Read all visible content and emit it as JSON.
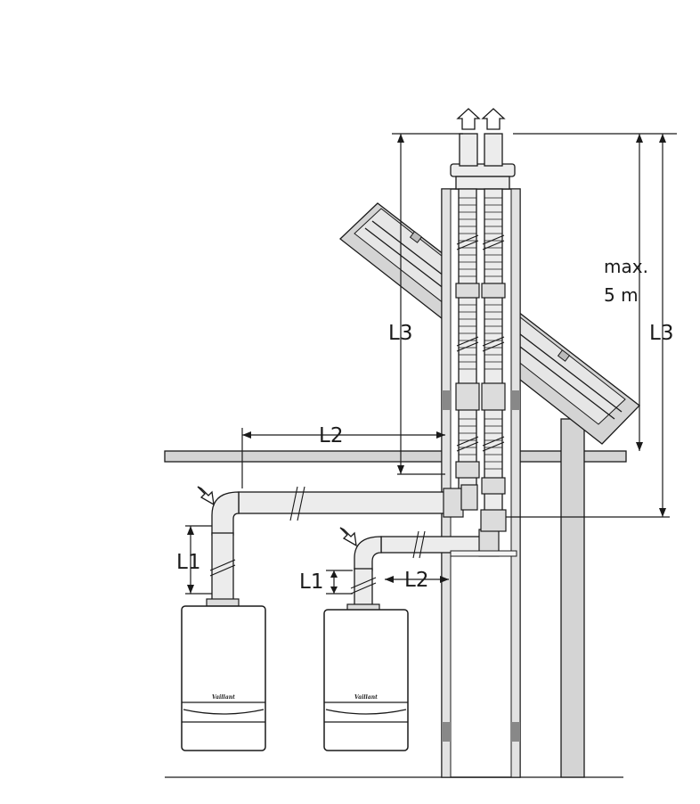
{
  "labels": {
    "l3_left": "L3",
    "l3_right": "L3",
    "max": "max.",
    "max_value": "5 m",
    "l2_upper": "L2",
    "l2_lower": "L2",
    "l1_left": "L1",
    "l1_right": "L1",
    "brand_left": "Vaillant",
    "brand_right": "Vaillant"
  },
  "colors": {
    "line": "#1a1a1a",
    "pipe_fill": "#ececec",
    "wall_fill": "#d4d4d4",
    "background": "#ffffff"
  },
  "icons": {
    "exhaust_arrows": "up-arrow-outline",
    "air_intake_arrows": "diagonal-arrow-outline"
  }
}
